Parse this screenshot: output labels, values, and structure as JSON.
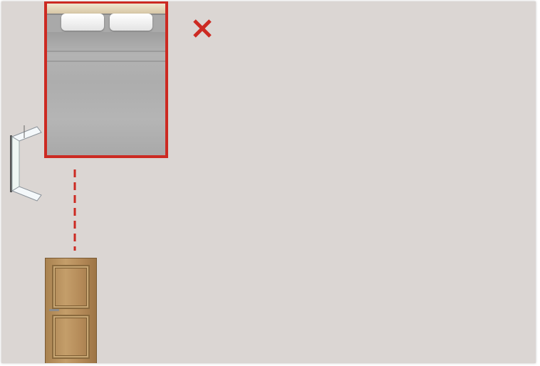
{
  "scene": {
    "room_color": "#dbd6d3",
    "highlight_color": "#cc2a22"
  },
  "items": [
    {
      "name": "bed",
      "icon": "bed-icon",
      "highlighted": true
    },
    {
      "name": "window",
      "icon": "window-icon"
    },
    {
      "name": "door",
      "icon": "door-icon"
    }
  ],
  "marker": {
    "icon": "close-icon",
    "color": "#cc2a22"
  },
  "connector": {
    "style": "dashed",
    "color": "#cc2a22"
  }
}
